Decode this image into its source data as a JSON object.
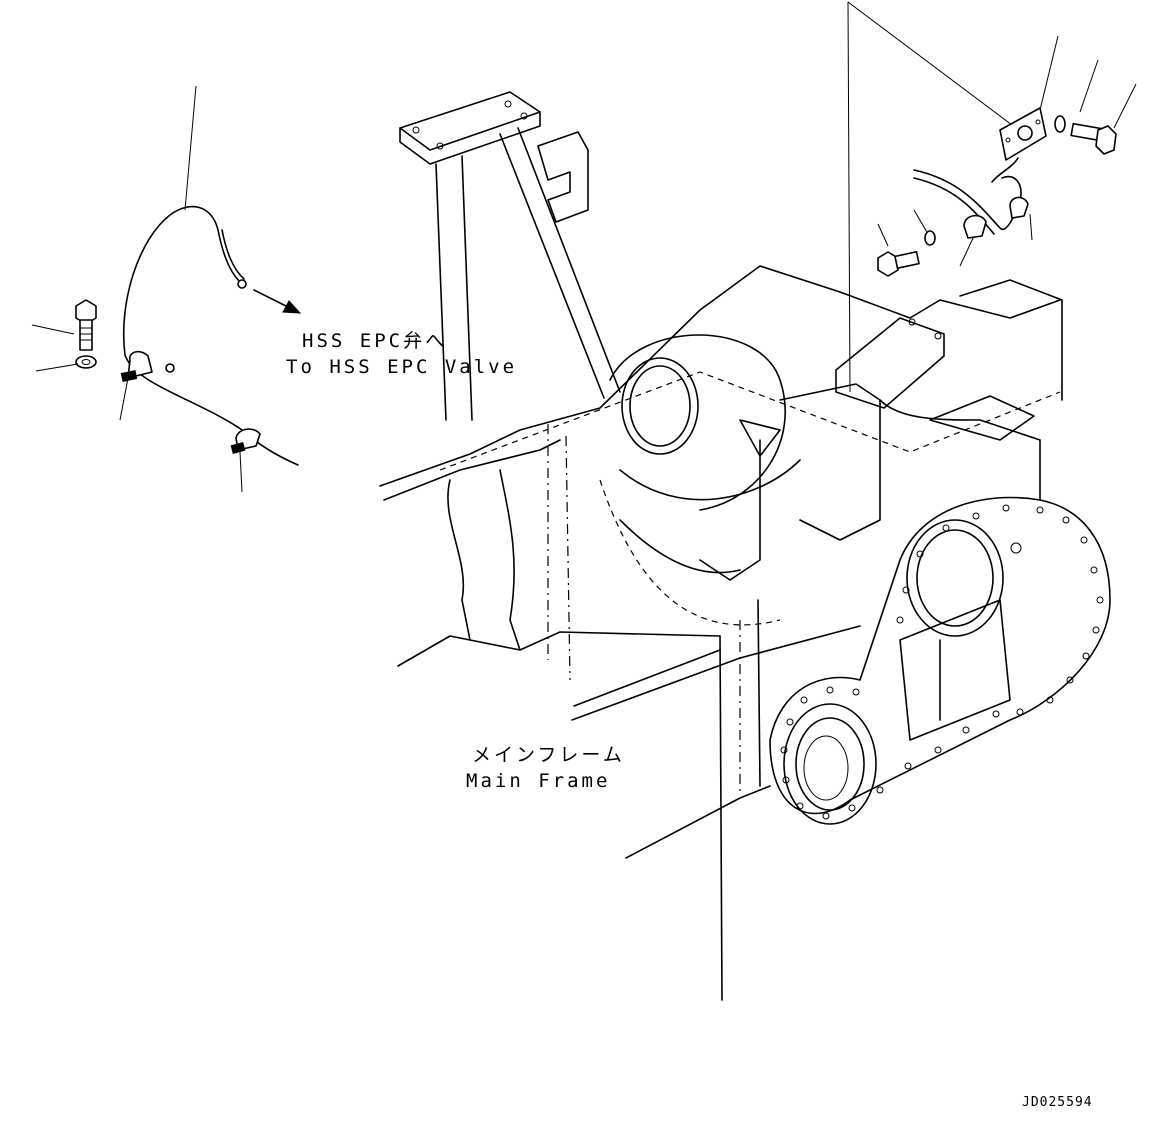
{
  "labels": {
    "hss_valve_ja": "HSS EPC弁へ",
    "hss_valve_en": "To HSS EPC Valve",
    "main_frame_ja": "メインフレーム",
    "main_frame_en": "Main Frame",
    "drawing_id": "JD025594"
  }
}
